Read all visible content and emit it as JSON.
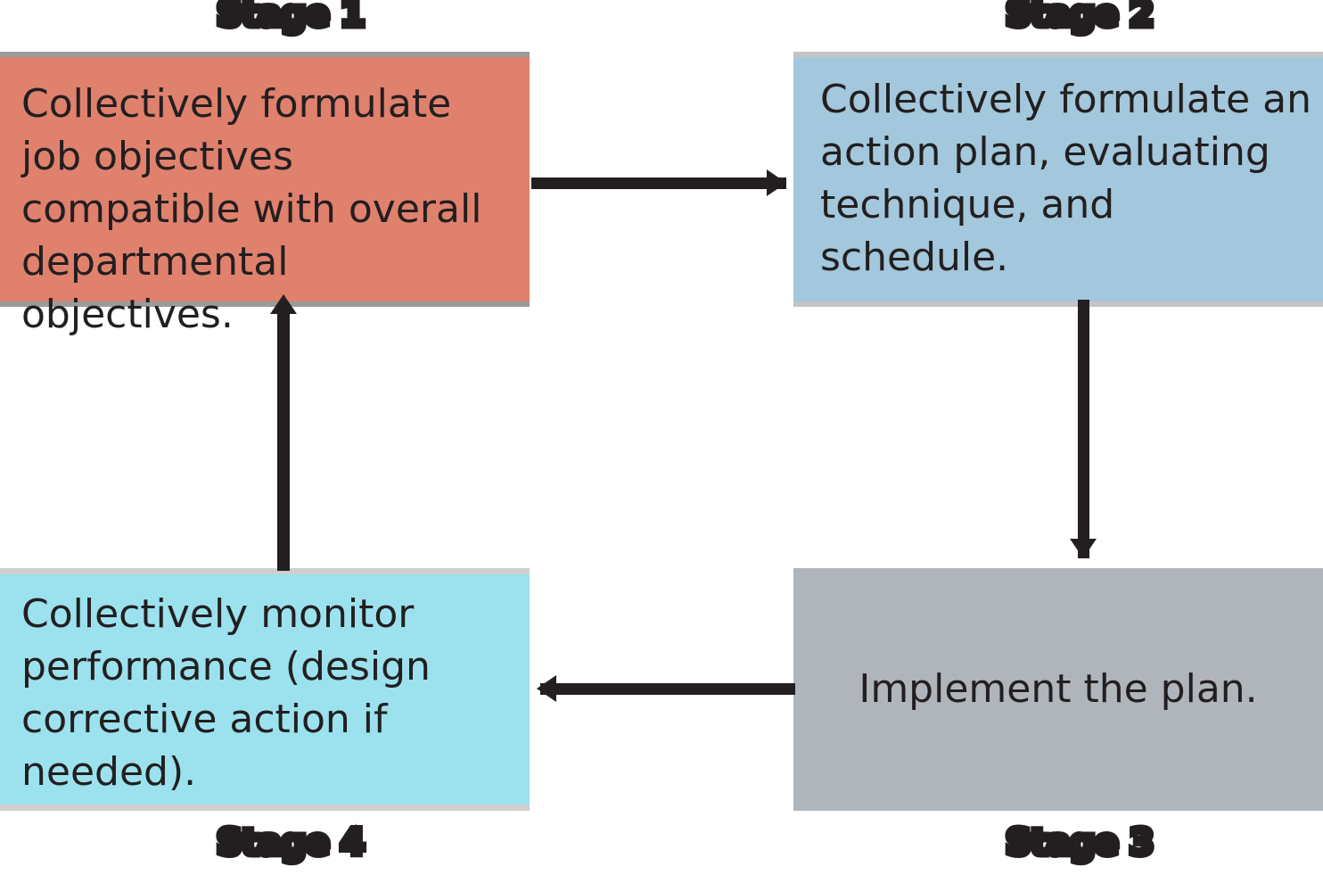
{
  "diagram": {
    "type": "cyclic-process-flow",
    "background_color": "#ffffff",
    "stages": [
      {
        "id": "stage1",
        "label": "Stage 1",
        "text": "Collectively formulate job objectives compatible with overall departmental objectives.",
        "fill_color": "#e0816e",
        "border_color": "#9b9b9b",
        "label_position": "top"
      },
      {
        "id": "stage2",
        "label": "Stage 2",
        "text": "Collectively formulate an action plan, evaluating technique, and schedule.",
        "fill_color": "#a3c7dc",
        "border_color": "#c4c4c4",
        "label_position": "top"
      },
      {
        "id": "stage3",
        "label": "Stage 3",
        "text": "Implement the plan.",
        "fill_color": "#b0b5bc",
        "border_color": "#b0b5bc",
        "label_position": "bottom"
      },
      {
        "id": "stage4",
        "label": "Stage 4",
        "text": "Collectively monitor performance (design corrective action if needed).",
        "fill_color": "#9be2ee",
        "border_color": "#cfcfcf",
        "label_position": "bottom"
      }
    ],
    "connectors": [
      {
        "id": "conn-top",
        "from": "stage1",
        "to": "stage2",
        "direction": "right",
        "color": "#231f20"
      },
      {
        "id": "conn-right",
        "from": "stage2",
        "to": "stage3",
        "direction": "down",
        "color": "#231f20"
      },
      {
        "id": "conn-bottom",
        "from": "stage3",
        "to": "stage4",
        "direction": "left",
        "color": "#231f20"
      },
      {
        "id": "conn-left",
        "from": "stage4",
        "to": "stage1",
        "direction": "up",
        "color": "#231f20"
      }
    ]
  }
}
